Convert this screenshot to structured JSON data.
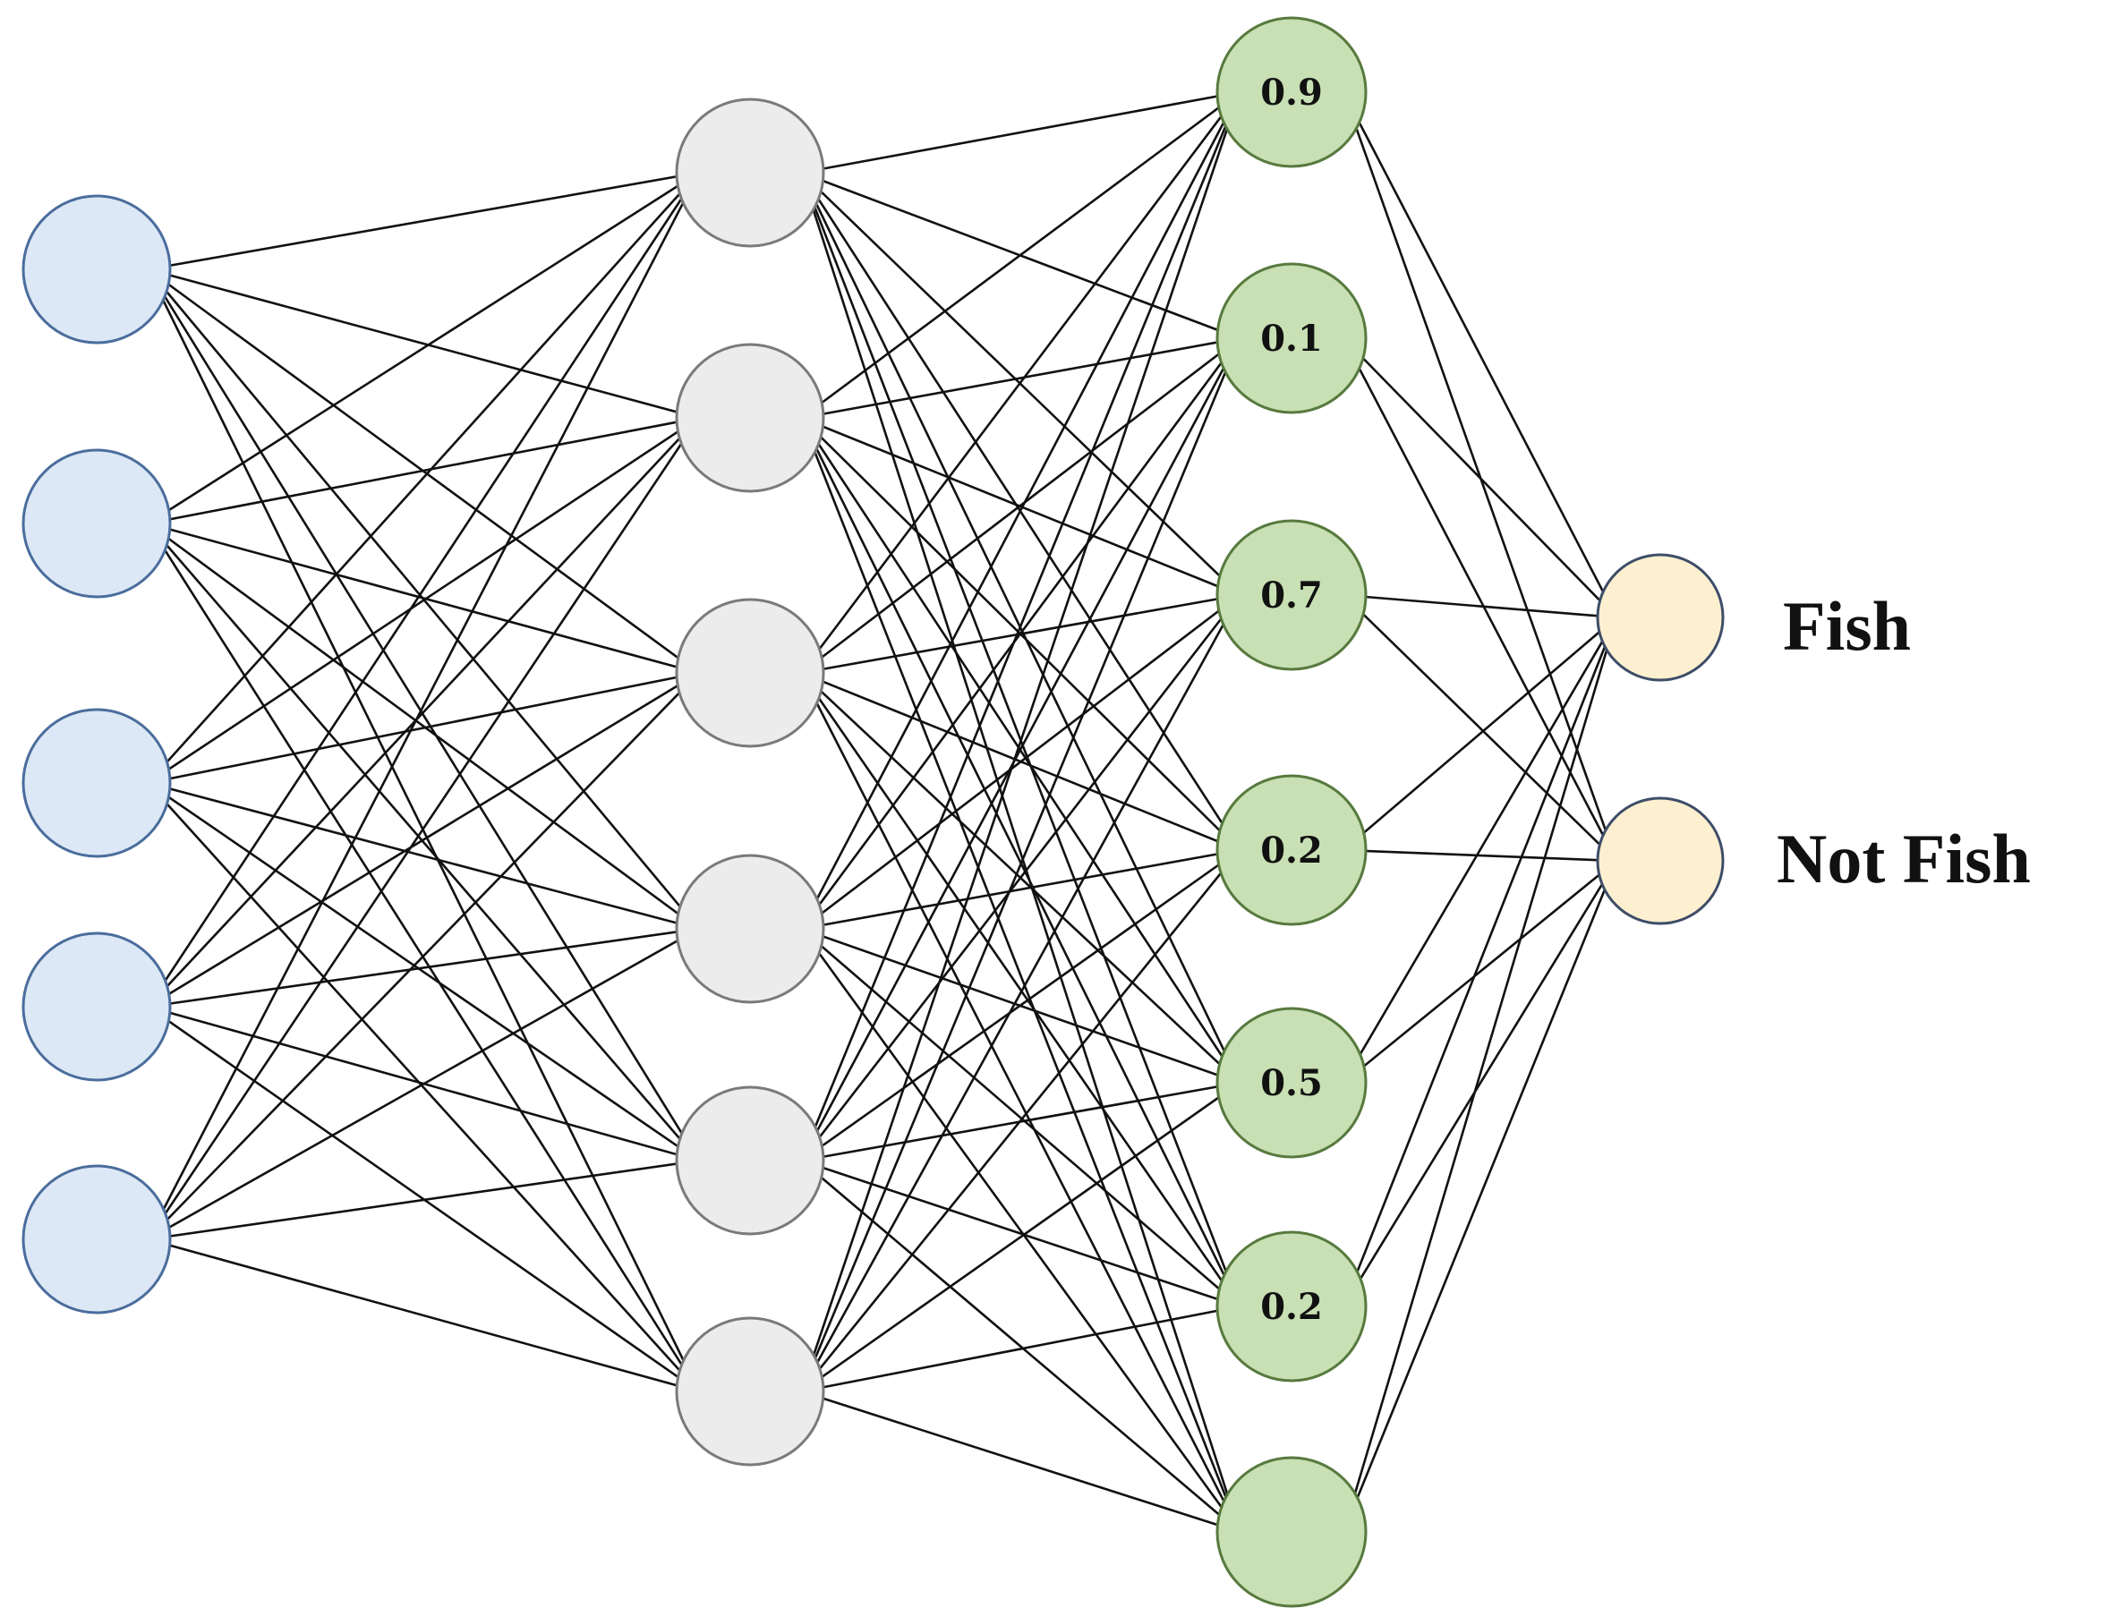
{
  "colors": {
    "input_fill": "#dce8f5",
    "input_stroke": "#4a6d9c",
    "hidden_fill": "#ececec",
    "hidden_stroke": "#7a7a7a",
    "prob_fill": "#c8e0b4",
    "prob_stroke": "#577a3e",
    "output_fill": "#fdf0d0",
    "output_stroke": "#3d4d68",
    "edge": "#111111"
  },
  "layers": {
    "input": {
      "count": 5
    },
    "hidden": {
      "count": 6
    },
    "probability": {
      "count": 7,
      "values": [
        "0.9",
        "0.1",
        "0.7",
        "0.2",
        "0.5",
        "0.2",
        ""
      ]
    },
    "output": {
      "count": 2,
      "labels": [
        "Fish",
        "Not Fish"
      ]
    }
  }
}
